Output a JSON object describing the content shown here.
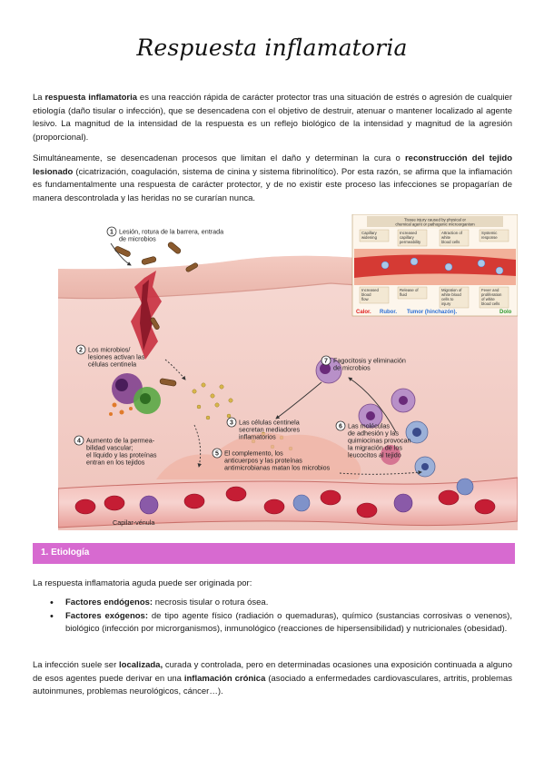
{
  "title": "Respuesta inflamatoria",
  "intro": {
    "p1": {
      "t1": "La ",
      "b1": "respuesta inflamatoria",
      "t2": " es una reacción rápida de carácter protector tras una situación de estrés o agresión de cualquier etiología (daño tisular o infección), que se desencadena con el objetivo de destruir, atenuar o mantener localizado al agente lesivo. La magnitud de la intensidad de la respuesta es un reflejo biológico de la intensidad y magnitud de la agresión (proporcional)."
    },
    "p2": {
      "t1": "Simultáneamente, se desencadenan procesos que limitan el daño y determinan la cura o ",
      "b1": "reconstrucción del tejido lesionado",
      "t2": " (cicatrización, coagulación, sistema de cinina y sistema fibrinolítico). Por esta razón, se afirma que la inflamación es fundamentalmente una respuesta de carácter protector, y de no existir este proceso las infecciones se propagarían de manera descontrolada y las heridas no se curarían nunca."
    }
  },
  "figure": {
    "steps": [
      {
        "num": "1",
        "lines": [
          "Lesión, rotura de la barrera, entrada",
          "de microbios"
        ]
      },
      {
        "num": "2",
        "lines": [
          "Los microbios/",
          "lesiones activan las",
          "células centinela"
        ]
      },
      {
        "num": "3",
        "lines": [
          "Las células centinela",
          "secretan mediadores",
          "inflamatorios"
        ]
      },
      {
        "num": "4",
        "lines": [
          "Aumento de la permea-",
          "bilidad vascular;",
          "el líquido y las proteínas",
          "entran en los tejidos"
        ]
      },
      {
        "num": "5",
        "lines": [
          "El complemento, los",
          "anticuerpos y las proteínas",
          "antimicrobianas matan los microbios"
        ]
      },
      {
        "num": "6",
        "lines": [
          "Las moléculas",
          "de adhesión y las",
          "quimiocinas provocan",
          "la migración de los",
          "leucocitos al tejido"
        ]
      },
      {
        "num": "7",
        "lines": [
          "Fagocitosis y eliminación",
          "de microbios"
        ]
      }
    ],
    "vessel_label": "Capilar-vénula",
    "inset": {
      "header": [
        "Tissue injury caused by physical or",
        "chemical agent or pathogenic microorganism"
      ],
      "top_labels": [
        [
          "Capillary",
          "widening"
        ],
        [
          "Increased",
          "capillary",
          "permeability"
        ],
        [
          "Attraction of",
          "white",
          "blood cells"
        ],
        [
          "Systemic",
          "response"
        ]
      ],
      "bottom_labels": [
        [
          "Increased",
          "blood",
          "flow"
        ],
        [
          "Release of",
          "fluid"
        ],
        [
          "Migration of",
          "white blood",
          "cells to",
          "injury"
        ],
        [
          "Fever and",
          "proliferation",
          "of white",
          "blood cells"
        ]
      ],
      "signs": [
        {
          "text": "Calor.",
          "color": "#e02020"
        },
        {
          "text": "Rubor.",
          "color": "#2a6fd6"
        },
        {
          "text": "Tumor (hinchazón).",
          "color": "#2a6fd6"
        },
        {
          "text": "Dolo",
          "color": "#2f9a2f"
        }
      ]
    }
  },
  "section": {
    "title": "1. Etiología",
    "color": "#d76ad0"
  },
  "etiology_intro": "La respuesta inflamatoria aguda puede ser originada por:",
  "bullets": [
    {
      "label": "Factores endógenos:",
      "text": " necrosis tisular o rotura ósea."
    },
    {
      "label": "Factores exógenos:",
      "text": " de tipo agente físico (radiación o quemaduras), químico (sustancias corrosivas o venenos), biológico (infección por microrganismos), inmunológico (reacciones de hipersensibilidad) y nutricionales (obesidad)."
    }
  ],
  "closing": {
    "t1": "La infección suele ser ",
    "b1": "localizada,",
    "t2": " curada y controlada, pero en determinadas ocasiones una exposición continuada a alguno de esos agentes puede derivar en una ",
    "b2": "inflamación crónica",
    "t3": " (asociado a enfermedades cardiovasculares, artritis, problemas autoinmunes, problemas neurológicos, cáncer…)."
  }
}
